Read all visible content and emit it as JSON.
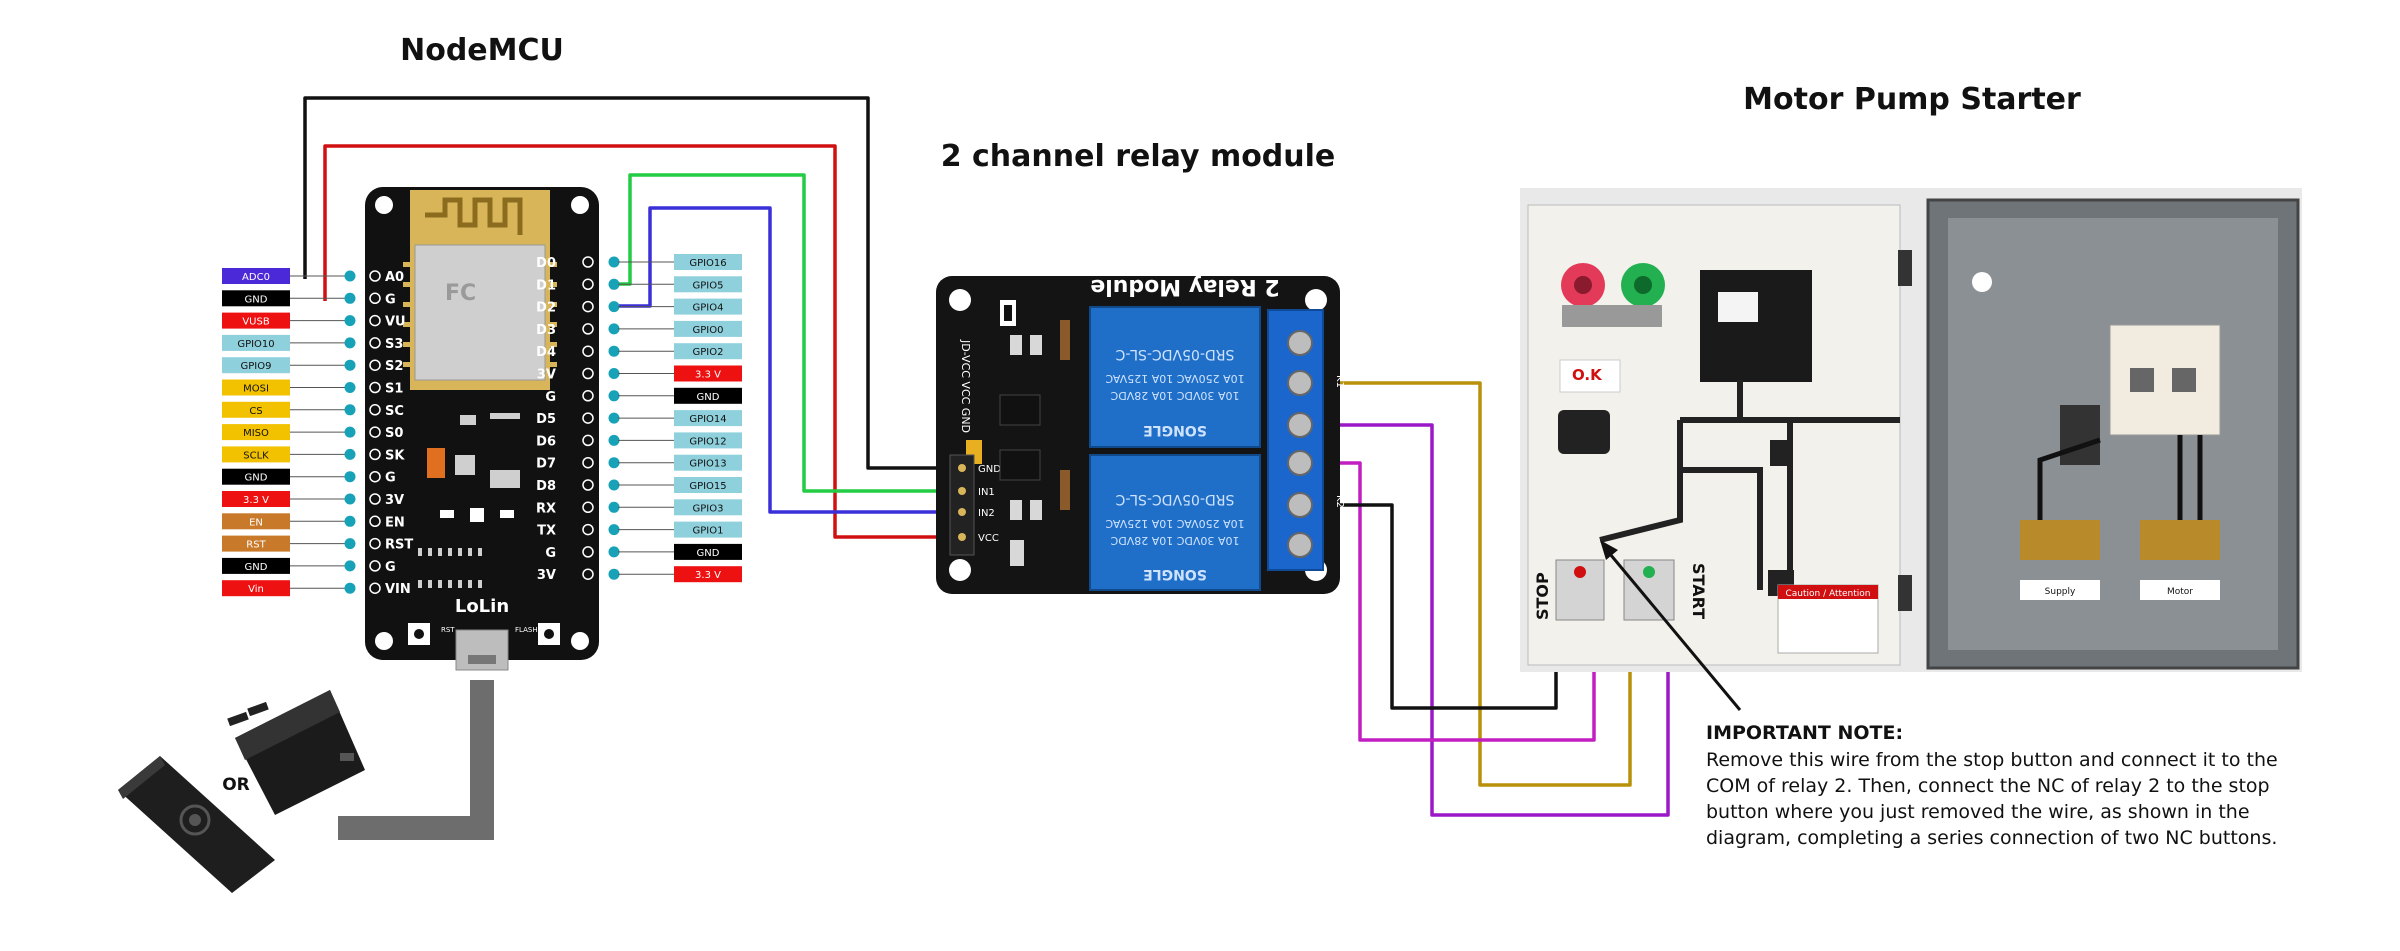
{
  "titles": {
    "nodemcu": "NodeMCU",
    "relay": "2 channel relay module",
    "starter": "Motor Pump Starter"
  },
  "nodemcu": {
    "left_pins": [
      {
        "board": "A0",
        "label": "ADC0",
        "bg": "#4B28D8",
        "fg": "#ffffff"
      },
      {
        "board": "G",
        "label": "GND",
        "bg": "#000000",
        "fg": "#ffffff"
      },
      {
        "board": "VU",
        "label": "VUSB",
        "bg": "#EE1111",
        "fg": "#ffffff"
      },
      {
        "board": "S3",
        "label": "GPIO10",
        "bg": "#8FD0DD",
        "fg": "#111111"
      },
      {
        "board": "S2",
        "label": "GPIO9",
        "bg": "#8FD0DD",
        "fg": "#111111"
      },
      {
        "board": "S1",
        "label": "MOSI",
        "bg": "#F2C200",
        "fg": "#111111"
      },
      {
        "board": "SC",
        "label": "CS",
        "bg": "#F2C200",
        "fg": "#111111"
      },
      {
        "board": "S0",
        "label": "MISO",
        "bg": "#F2C200",
        "fg": "#111111"
      },
      {
        "board": "SK",
        "label": "SCLK",
        "bg": "#F2C200",
        "fg": "#111111"
      },
      {
        "board": "G",
        "label": "GND",
        "bg": "#000000",
        "fg": "#ffffff"
      },
      {
        "board": "3V",
        "label": "3.3 V",
        "bg": "#EE1111",
        "fg": "#ffffff"
      },
      {
        "board": "EN",
        "label": "EN",
        "bg": "#C87A2A",
        "fg": "#ffffff"
      },
      {
        "board": "RST",
        "label": "RST",
        "bg": "#C87A2A",
        "fg": "#ffffff"
      },
      {
        "board": "G",
        "label": "GND",
        "bg": "#000000",
        "fg": "#ffffff"
      },
      {
        "board": "VIN",
        "label": "Vin",
        "bg": "#EE1111",
        "fg": "#ffffff"
      }
    ],
    "right_pins": [
      {
        "board": "D0",
        "label": "GPIO16",
        "bg": "#8FD0DD",
        "fg": "#111111"
      },
      {
        "board": "D1",
        "label": "GPIO5",
        "bg": "#8FD0DD",
        "fg": "#111111"
      },
      {
        "board": "D2",
        "label": "GPIO4",
        "bg": "#8FD0DD",
        "fg": "#111111"
      },
      {
        "board": "D3",
        "label": "GPIO0",
        "bg": "#8FD0DD",
        "fg": "#111111"
      },
      {
        "board": "D4",
        "label": "GPIO2",
        "bg": "#8FD0DD",
        "fg": "#111111"
      },
      {
        "board": "3V",
        "label": "3.3 V",
        "bg": "#EE1111",
        "fg": "#ffffff"
      },
      {
        "board": "G",
        "label": "GND",
        "bg": "#000000",
        "fg": "#ffffff"
      },
      {
        "board": "D5",
        "label": "GPIO14",
        "bg": "#8FD0DD",
        "fg": "#111111"
      },
      {
        "board": "D6",
        "label": "GPIO12",
        "bg": "#8FD0DD",
        "fg": "#111111"
      },
      {
        "board": "D7",
        "label": "GPIO13",
        "bg": "#8FD0DD",
        "fg": "#111111"
      },
      {
        "board": "D8",
        "label": "GPIO15",
        "bg": "#8FD0DD",
        "fg": "#111111"
      },
      {
        "board": "RX",
        "label": "GPIO3",
        "bg": "#8FD0DD",
        "fg": "#111111"
      },
      {
        "board": "TX",
        "label": "GPIO1",
        "bg": "#8FD0DD",
        "fg": "#111111"
      },
      {
        "board": "G",
        "label": "GND",
        "bg": "#000000",
        "fg": "#ffffff"
      },
      {
        "board": "3V",
        "label": "3.3 V",
        "bg": "#EE1111",
        "fg": "#ffffff"
      }
    ],
    "board_brand": "LoLin",
    "button_rst": "RST",
    "button_flash": "FLASH"
  },
  "relay": {
    "module_label": "2 Relay Module",
    "relay_brand": "SONGLE",
    "relay_model": "SRD-05VDC-SL-C",
    "relay_rating_1": "10A 250VAC 10A 125VAC",
    "relay_rating_2": "10A 30VDC 10A 28VDC",
    "input_pins": [
      "GND",
      "IN1",
      "IN2",
      "VCC"
    ],
    "jd_pins": "JD-VCC VCC GND",
    "k1": "K1",
    "k2": "K2"
  },
  "starter": {
    "stop_label": "STOP",
    "start_label": "START",
    "ok_label": "O.K",
    "caution": "Caution / Attention",
    "supply": "Supply",
    "motor": "Motor"
  },
  "power": {
    "or_label": "OR"
  },
  "note": {
    "title": "IMPORTANT NOTE:",
    "lines": [
      "Remove this wire from the stop button and connect it to the",
      "COM of relay 2. Then, connect the NC of relay 2 to the stop",
      "button where you just removed the wire, as shown in the",
      "diagram, completing a series connection of two NC buttons."
    ]
  },
  "colors": {
    "wire_black": "#111111",
    "wire_red": "#D01010",
    "wire_green": "#22CC44",
    "wire_blue": "#3A2FD8",
    "wire_gold": "#B8900A",
    "wire_magenta": "#C21EC2",
    "wire_purple": "#9A18C8",
    "relay_blue": "#1F6FC8",
    "board_black": "#111111"
  }
}
